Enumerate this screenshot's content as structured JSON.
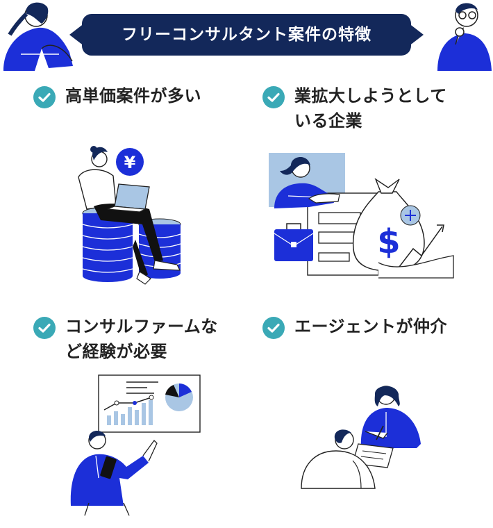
{
  "header": {
    "title": "フリーコンサルタント案件の特徴"
  },
  "features": [
    {
      "label": "高単価案件が多い"
    },
    {
      "label": "業拡大しようとしている企業"
    },
    {
      "label": "コンサルファームなど経験が必要"
    },
    {
      "label": "エージェントが仲介"
    }
  ],
  "colors": {
    "navy": "#13285a",
    "blue": "#1c2fd8",
    "teal": "#3aa9b6",
    "light_blue": "#a9c6e4"
  },
  "illustrations": {
    "tl": {
      "icon": "yen-coin-icon",
      "glyph": "¥"
    },
    "tr": {
      "icon": "dollar-bag-icon",
      "glyph": "$"
    }
  }
}
